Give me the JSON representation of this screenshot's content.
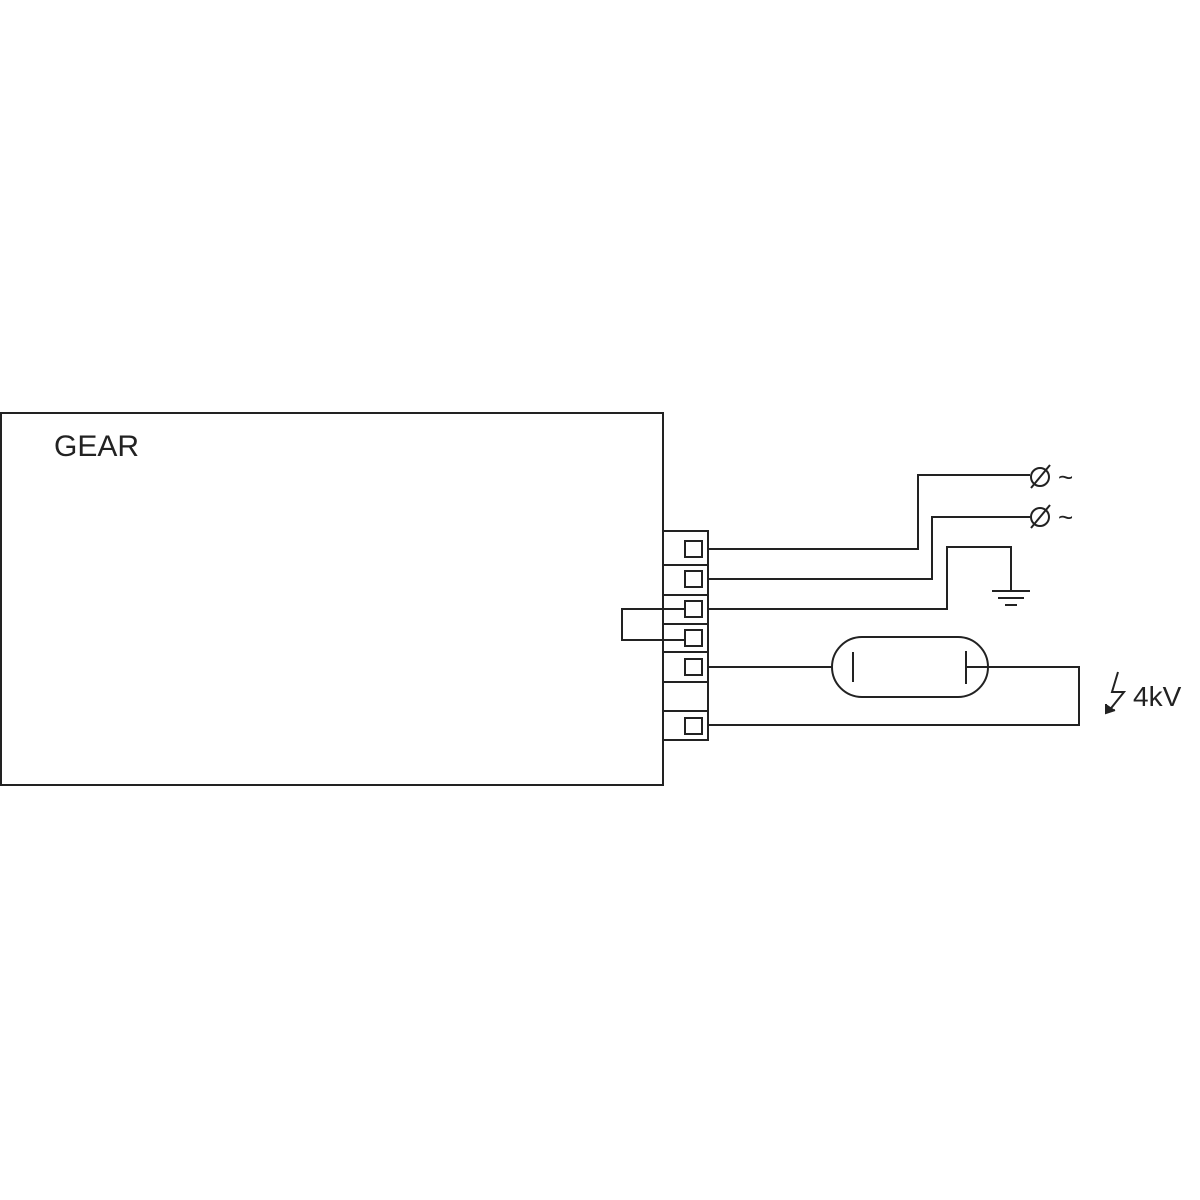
{
  "gear_label": "GEAR",
  "supply_symbol_1": "ø~",
  "supply_symbol_2": "ø~",
  "ignition_voltage": "4kV",
  "line_color": "#222222"
}
